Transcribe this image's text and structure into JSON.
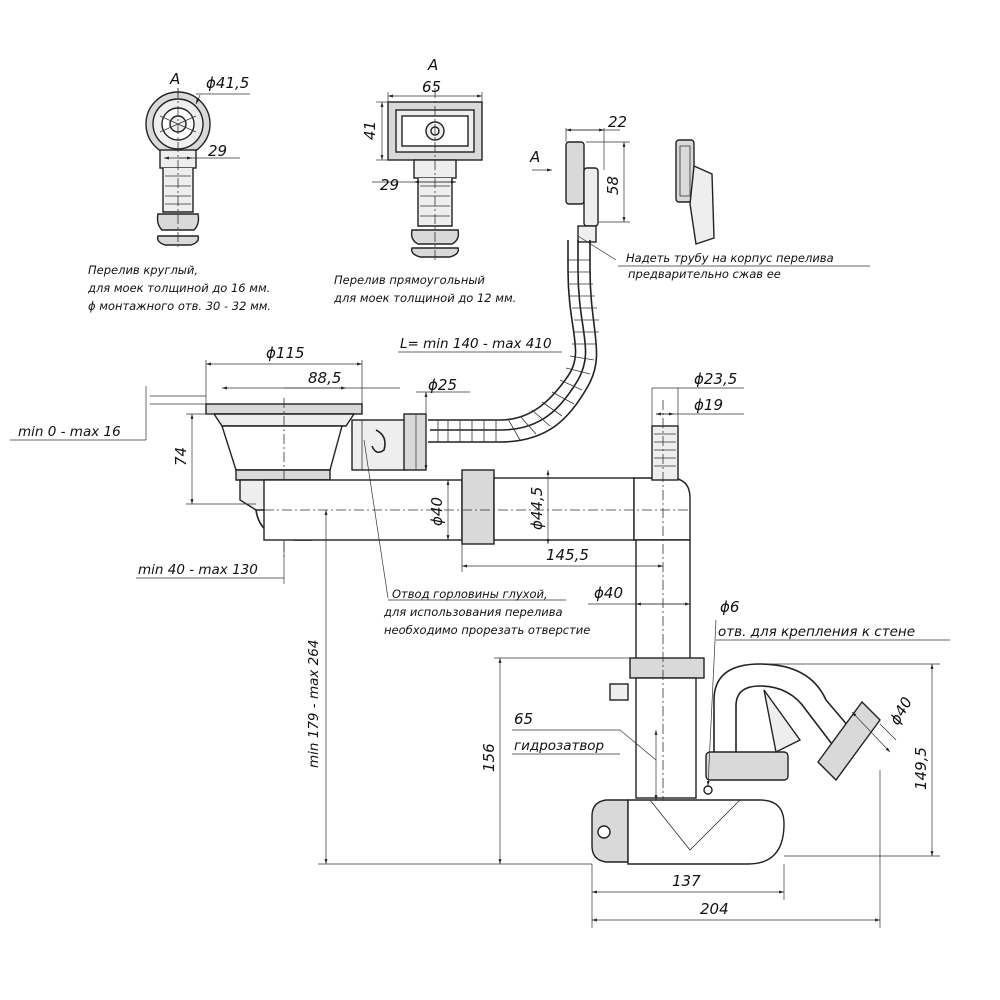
{
  "labels": {
    "view_a_left": "A",
    "view_a_mid": "A",
    "view_a_arrow": "A",
    "d41_5": "ϕ41,5",
    "d29_left": "29",
    "d65_top": "65",
    "d41": "41",
    "d29_mid": "29",
    "d22": "22",
    "d58": "58",
    "round_note_1": "Перелив круглый,",
    "round_note_2": "для моек толщиной до 16 мм.",
    "round_note_3": "ϕ монтажного отв. 30 - 32 мм.",
    "rect_note_1": "Перелив прямоугольный",
    "rect_note_2": "для моек толщиной до 12 мм.",
    "hose_note_1": "Надеть трубу на корпус перелива",
    "hose_note_2": "предварительно сжав ее",
    "hose_length": "L= min 140 - max 410",
    "d115": "ϕ115",
    "d88_5": "88,5",
    "d25": "ϕ25",
    "d23_5": "ϕ23,5",
    "d19": "ϕ19",
    "min0max16": "min 0 - max 16",
    "d74": "74",
    "d40_a": "ϕ40",
    "d44_5": "ϕ44,5",
    "d145_5": "145,5",
    "min40max130": "min 40 - max 130",
    "d40_b": "ϕ40",
    "d6": "ϕ6",
    "wall_hole": "отв. для крепления к стене",
    "outlet_note_1": "Отвод горловины глухой,",
    "outlet_note_2": "для использования перелива",
    "outlet_note_3": "необходимо прорезать отверстие",
    "min179max264": "min 179 - max 264",
    "d65_seal": "65",
    "water_seal": "гидрозатвор",
    "d156": "156",
    "d40_c": "ϕ40",
    "d149_5": "149,5",
    "d137": "137",
    "d204": "204"
  }
}
